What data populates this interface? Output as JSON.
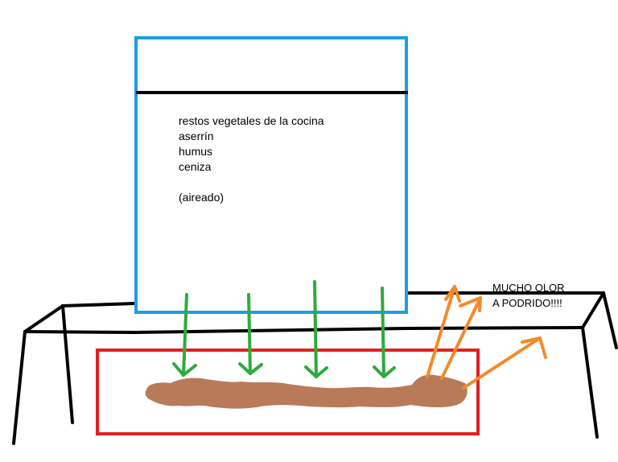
{
  "container_contents": [
    "restos vegetales de la cocina",
    "aserrín",
    "humus",
    "ceniza",
    "",
    "(aireado)"
  ],
  "odor_note": [
    "MUCHO OLOR",
    "A PODRIDO!!!!"
  ],
  "colors": {
    "container_outline": "#1a9ee6",
    "tray_outline": "#e02020",
    "table_lines": "#000000",
    "drip_arrows": "#2eab3c",
    "odor_arrows": "#f5892a",
    "sludge": "#b87a58"
  }
}
